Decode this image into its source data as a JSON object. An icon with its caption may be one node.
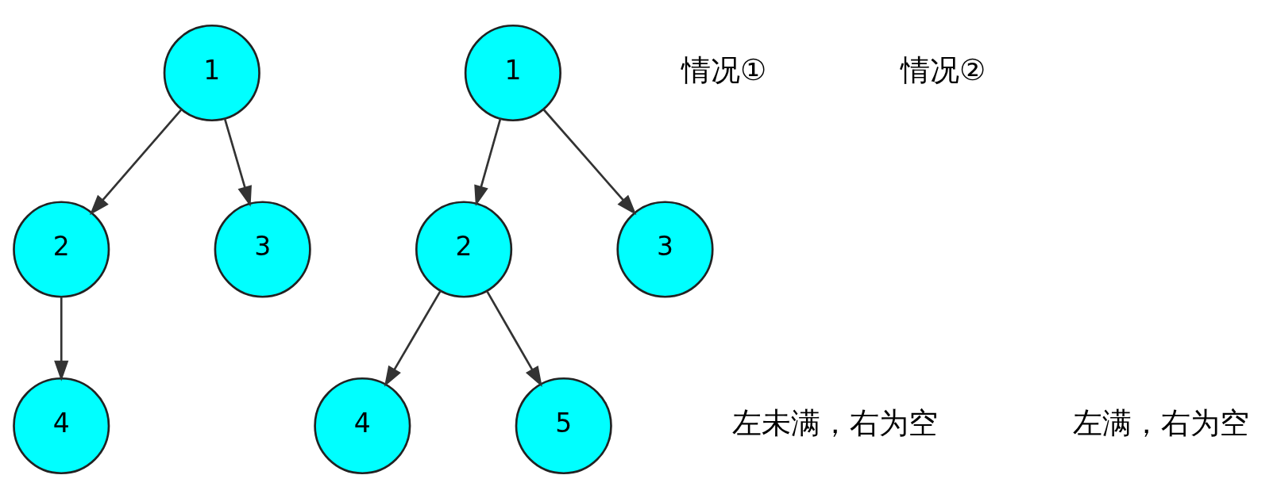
{
  "diagram": {
    "nodes": [
      {
        "text": [
          "1"
        ]
      },
      {
        "text": [
          "2"
        ]
      },
      {
        "text": [
          "3"
        ]
      },
      {
        "text": [
          "4"
        ]
      },
      {
        "text": [
          "1"
        ]
      },
      {
        "text": [
          "2"
        ]
      },
      {
        "text": [
          "3"
        ]
      },
      {
        "text": [
          "4"
        ]
      },
      {
        "text": [
          "5"
        ]
      }
    ],
    "edges": [
      {
        "from": 0,
        "to": 1,
        "arrow": "to"
      },
      {
        "from": 0,
        "to": 2,
        "arrow": "to"
      },
      {
        "from": 1,
        "to": 3,
        "arrow": "to"
      },
      {
        "from": 4,
        "to": 5,
        "arrow": "to"
      },
      {
        "from": 4,
        "to": 6,
        "arrow": "to"
      },
      {
        "from": 5,
        "to": 7,
        "arrow": "to"
      },
      {
        "from": 5,
        "to": 8,
        "arrow": "to"
      }
    ],
    "labels": [
      "情况①",
      "情况②",
      "左未满，右为空",
      "左满，右为空"
    ]
  }
}
